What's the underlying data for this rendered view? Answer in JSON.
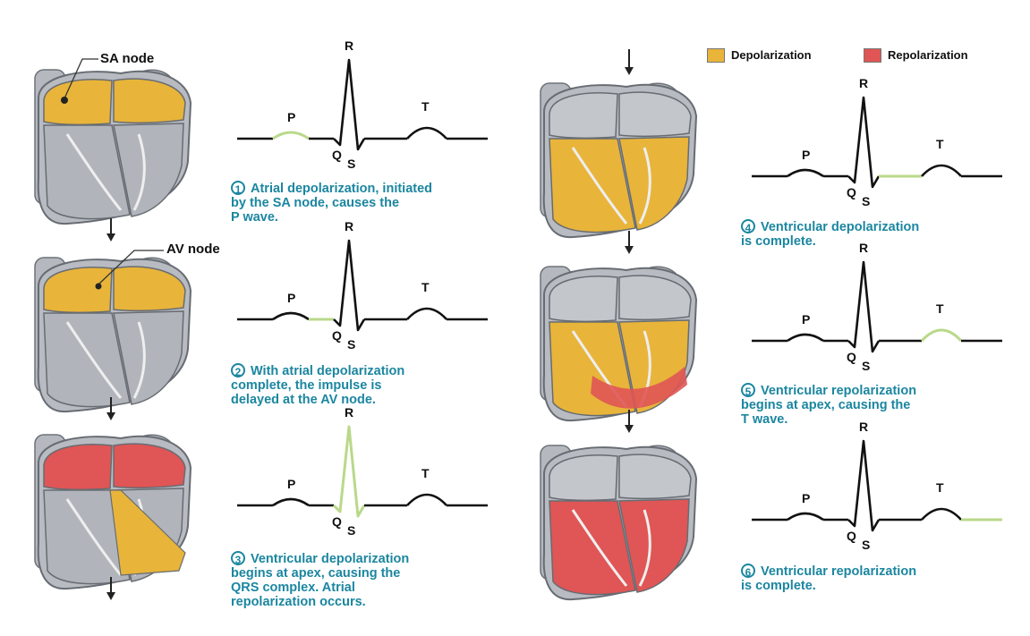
{
  "colors": {
    "depolarization": "#e8b43a",
    "repolarization": "#e05555",
    "caption": "#1b86a0",
    "trace": "#111111",
    "highlight": "#b9d98a",
    "heart_gray": "#b8bcc2"
  },
  "legend": {
    "depolarization_label": "Depolarization",
    "repolarization_label": "Repolarization"
  },
  "node_labels": {
    "sa_node": "SA node",
    "av_node": "AV node"
  },
  "wave_labels": {
    "p": "P",
    "q": "Q",
    "r": "R",
    "s": "S",
    "t": "T"
  },
  "steps": [
    {
      "number": "1",
      "caption_lines": [
        "Atrial depolarization, initiated",
        "by the SA node, causes the",
        "P wave."
      ],
      "highlight": "P",
      "atria_fill": "depolarization",
      "ventricle_fill": "none",
      "apex_red": false
    },
    {
      "number": "2",
      "caption_lines": [
        "With atrial depolarization",
        "complete, the impulse is",
        "delayed at the AV node."
      ],
      "highlight": "PR",
      "atria_fill": "depolarization",
      "ventricle_fill": "none",
      "apex_red": false
    },
    {
      "number": "3",
      "caption_lines": [
        "Ventricular depolarization",
        "begins at apex, causing the",
        "QRS complex. Atrial",
        "repolarization occurs."
      ],
      "highlight": "QRS",
      "atria_fill": "repolarization",
      "ventricle_fill": "septum",
      "apex_red": false
    },
    {
      "number": "4",
      "caption_lines": [
        "Ventricular depolarization",
        "is complete."
      ],
      "highlight": "ST",
      "atria_fill": "none",
      "ventricle_fill": "depolarization",
      "apex_red": false
    },
    {
      "number": "5",
      "caption_lines": [
        "Ventricular repolarization",
        "begins at apex, causing the",
        "T wave."
      ],
      "highlight": "T",
      "atria_fill": "none",
      "ventricle_fill": "depolarization",
      "apex_red": true
    },
    {
      "number": "6",
      "caption_lines": [
        "Ventricular repolarization",
        "is complete."
      ],
      "highlight": "END",
      "atria_fill": "none",
      "ventricle_fill": "repolarization",
      "apex_red": false
    }
  ]
}
